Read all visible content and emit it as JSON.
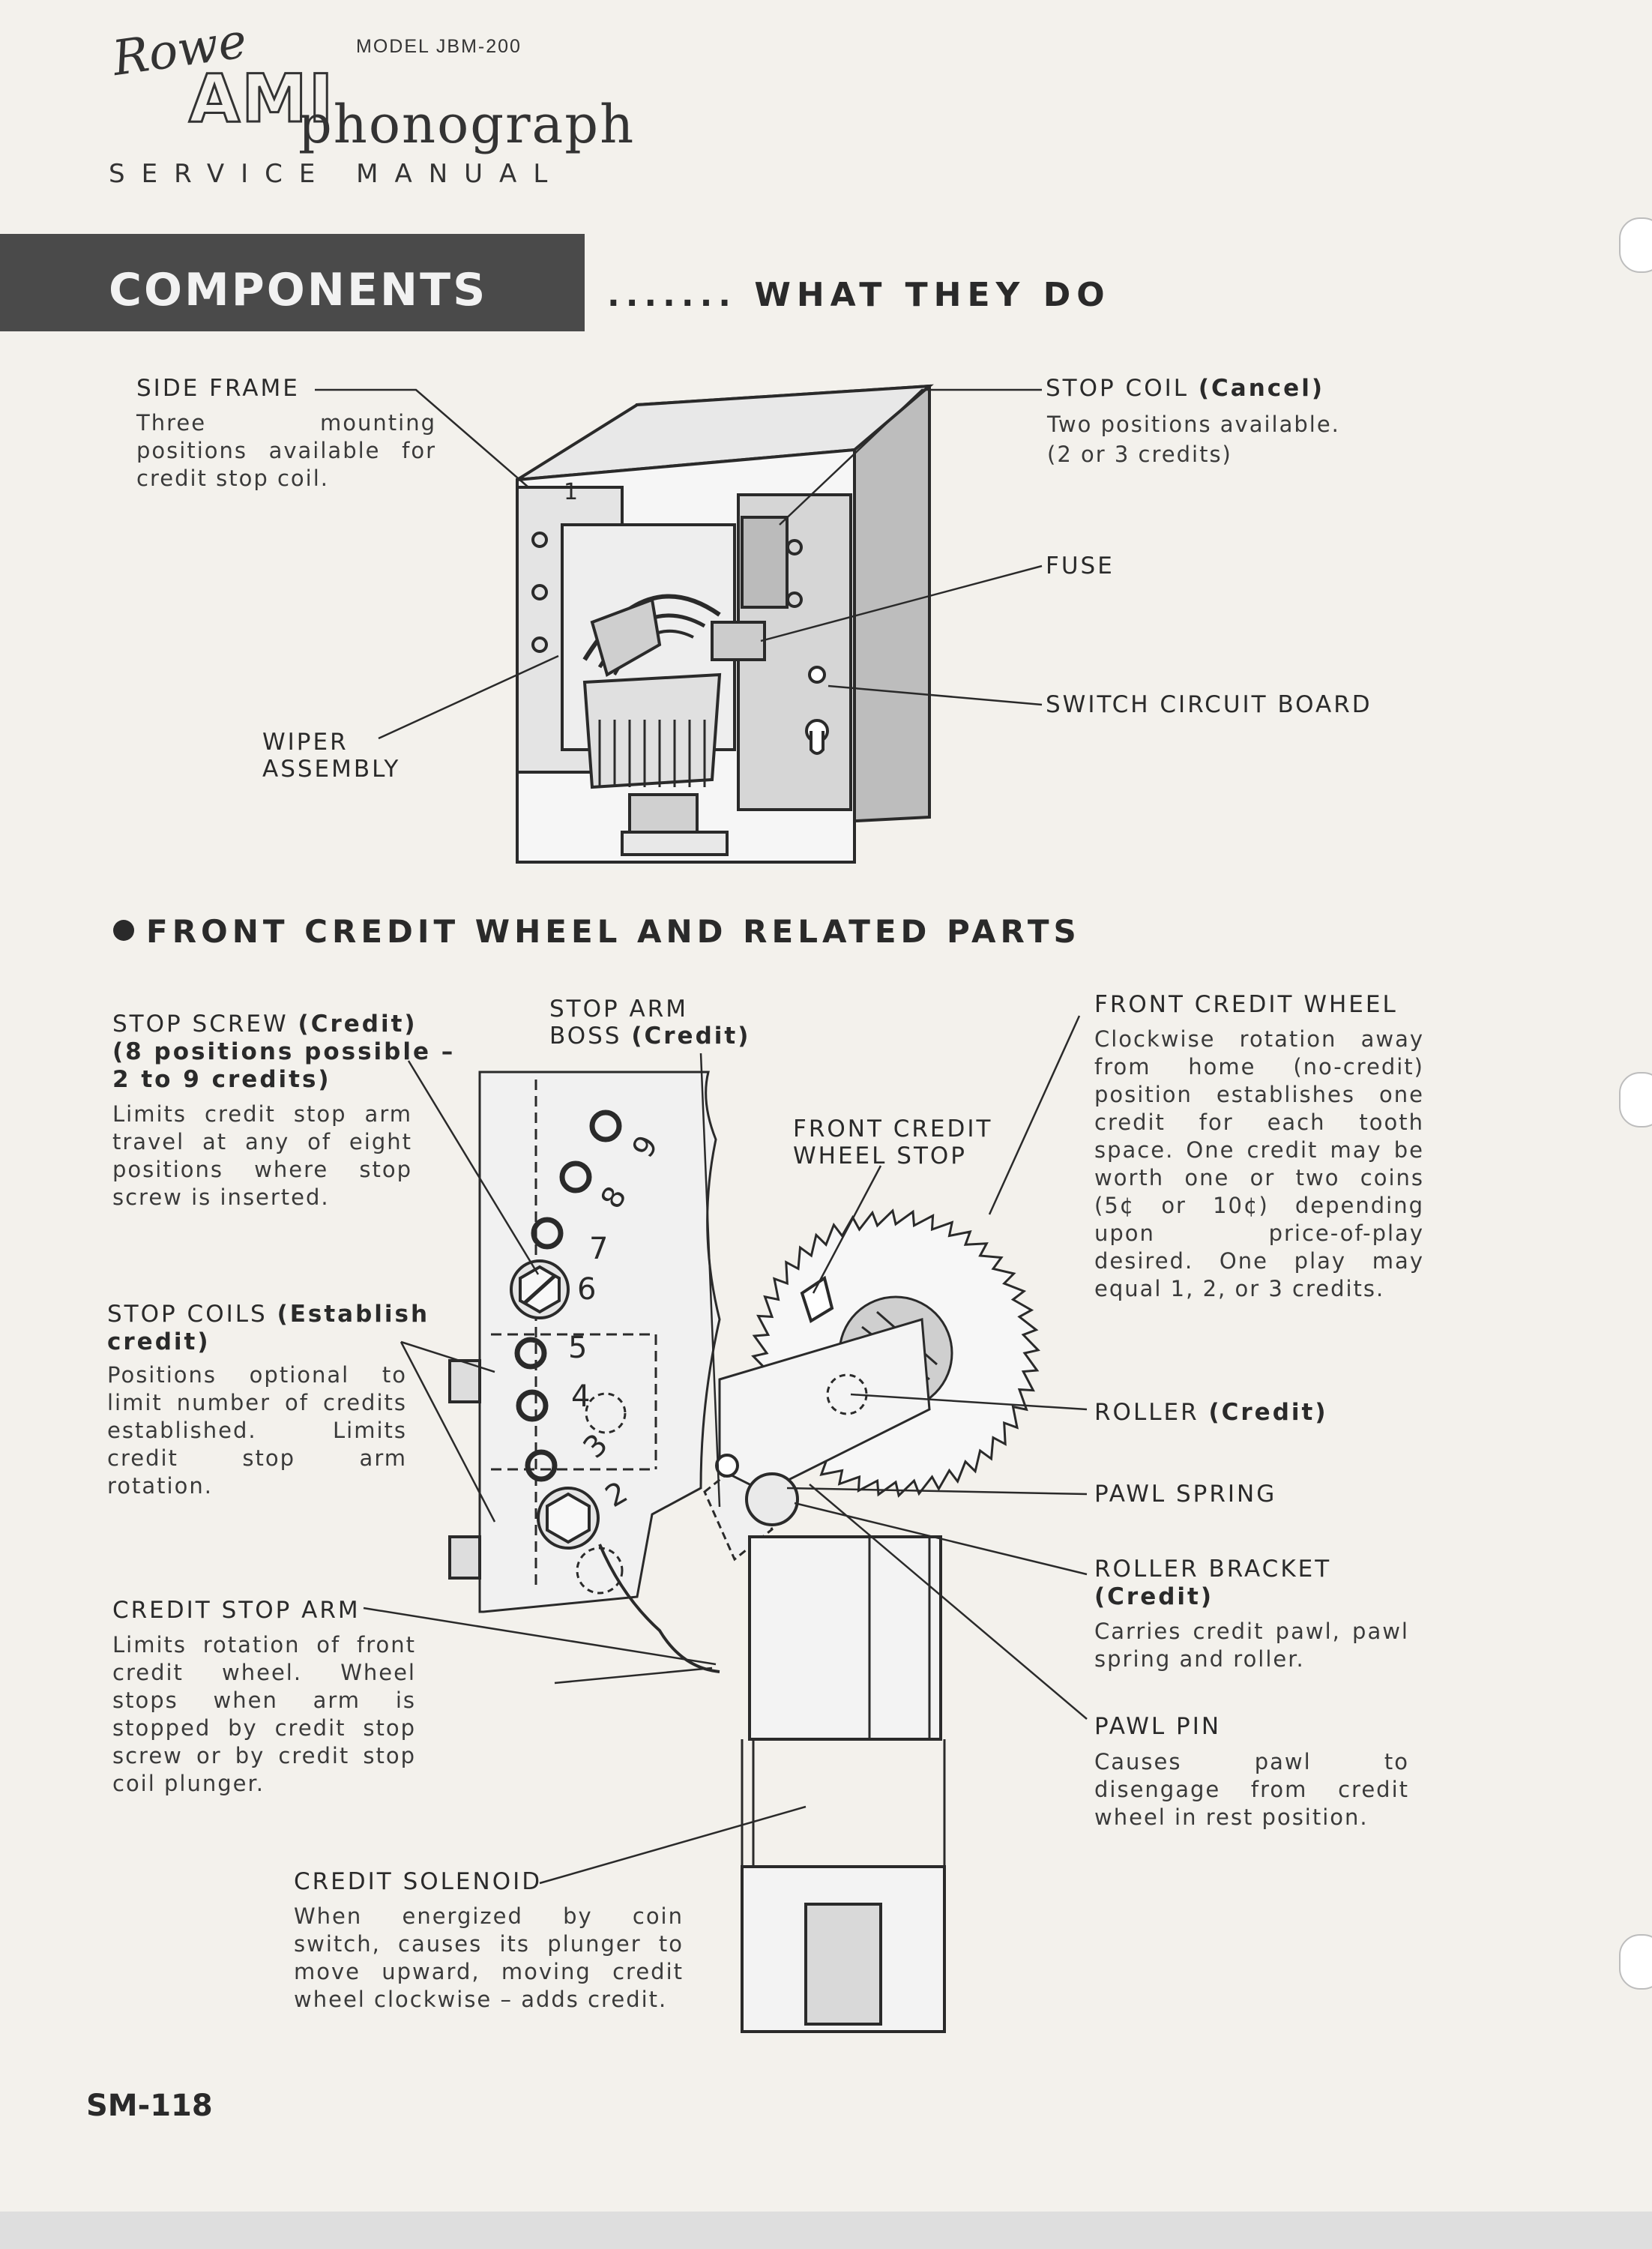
{
  "header": {
    "logo_script": "Rowe",
    "logo_ami": "AMI",
    "model": "MODEL JBM-200",
    "title": "phonograph",
    "subtitle": "SERVICE MANUAL"
  },
  "banner": {
    "title": "COMPONENTS",
    "tagline": "....... WHAT THEY DO"
  },
  "figure1": {
    "side_frame": {
      "title": "SIDE FRAME",
      "desc": "Three mounting positions available for credit stop coil."
    },
    "stop_coil": {
      "title": "STOP COIL",
      "paren": "(Cancel)",
      "desc_line1": "Two positions available.",
      "desc_line2": "(2 or 3 credits)"
    },
    "fuse": {
      "title": "FUSE"
    },
    "switch_board": {
      "title": "SWITCH CIRCUIT BOARD"
    },
    "wiper": {
      "line1": "WIPER",
      "line2": "ASSEMBLY"
    },
    "frame_digit": "1"
  },
  "section_heading": "FRONT CREDIT WHEEL AND RELATED PARTS",
  "figure2": {
    "stop_screw": {
      "title": "STOP SCREW",
      "paren": "(Credit)",
      "sub1": "(8 positions possible –",
      "sub2": "2 to 9 credits)",
      "desc": "Limits credit stop arm travel at any of eight positions where stop screw is inserted."
    },
    "stop_arm_boss": {
      "line1": "STOP ARM",
      "line2": "BOSS",
      "paren": "(Credit)"
    },
    "front_credit_wheel": {
      "title": "FRONT CREDIT WHEEL",
      "desc": "Clockwise rotation away from home (no-credit) position establishes one credit for each tooth space. One credit may be worth one or two coins (5¢ or 10¢) depending upon price-of-play desired. One play may equal 1, 2, or 3 credits."
    },
    "wheel_stop": {
      "line1": "FRONT CREDIT",
      "line2": "WHEEL STOP"
    },
    "stop_coils": {
      "title": "STOP COILS",
      "paren": "(Establish",
      "sub": "credit)",
      "desc": "Positions optional to limit number of credits established. Limits credit stop arm rotation."
    },
    "roller": {
      "title": "ROLLER",
      "paren": "(Credit)"
    },
    "pawl_spring": {
      "title": "PAWL SPRING"
    },
    "roller_bracket": {
      "title": "ROLLER BRACKET",
      "paren": "(Credit)",
      "desc": "Carries credit pawl, pawl spring and roller."
    },
    "credit_stop_arm": {
      "title": "CREDIT STOP ARM",
      "desc": "Limits rotation of front credit wheel. Wheel stops when arm is stopped by credit stop screw or by credit stop coil plunger."
    },
    "pawl_pin": {
      "title": "PAWL PIN",
      "desc": "Causes pawl to disengage from credit wheel in rest position."
    },
    "credit_solenoid": {
      "title": "CREDIT SOLENOID",
      "desc": "When energized by coin switch, causes its plunger to move upward, moving credit wheel clockwise – adds credit."
    },
    "position_numbers": [
      "9",
      "8",
      "7",
      "6",
      "5",
      "4",
      "3",
      "2"
    ]
  },
  "footer": {
    "page_code": "SM-118"
  }
}
